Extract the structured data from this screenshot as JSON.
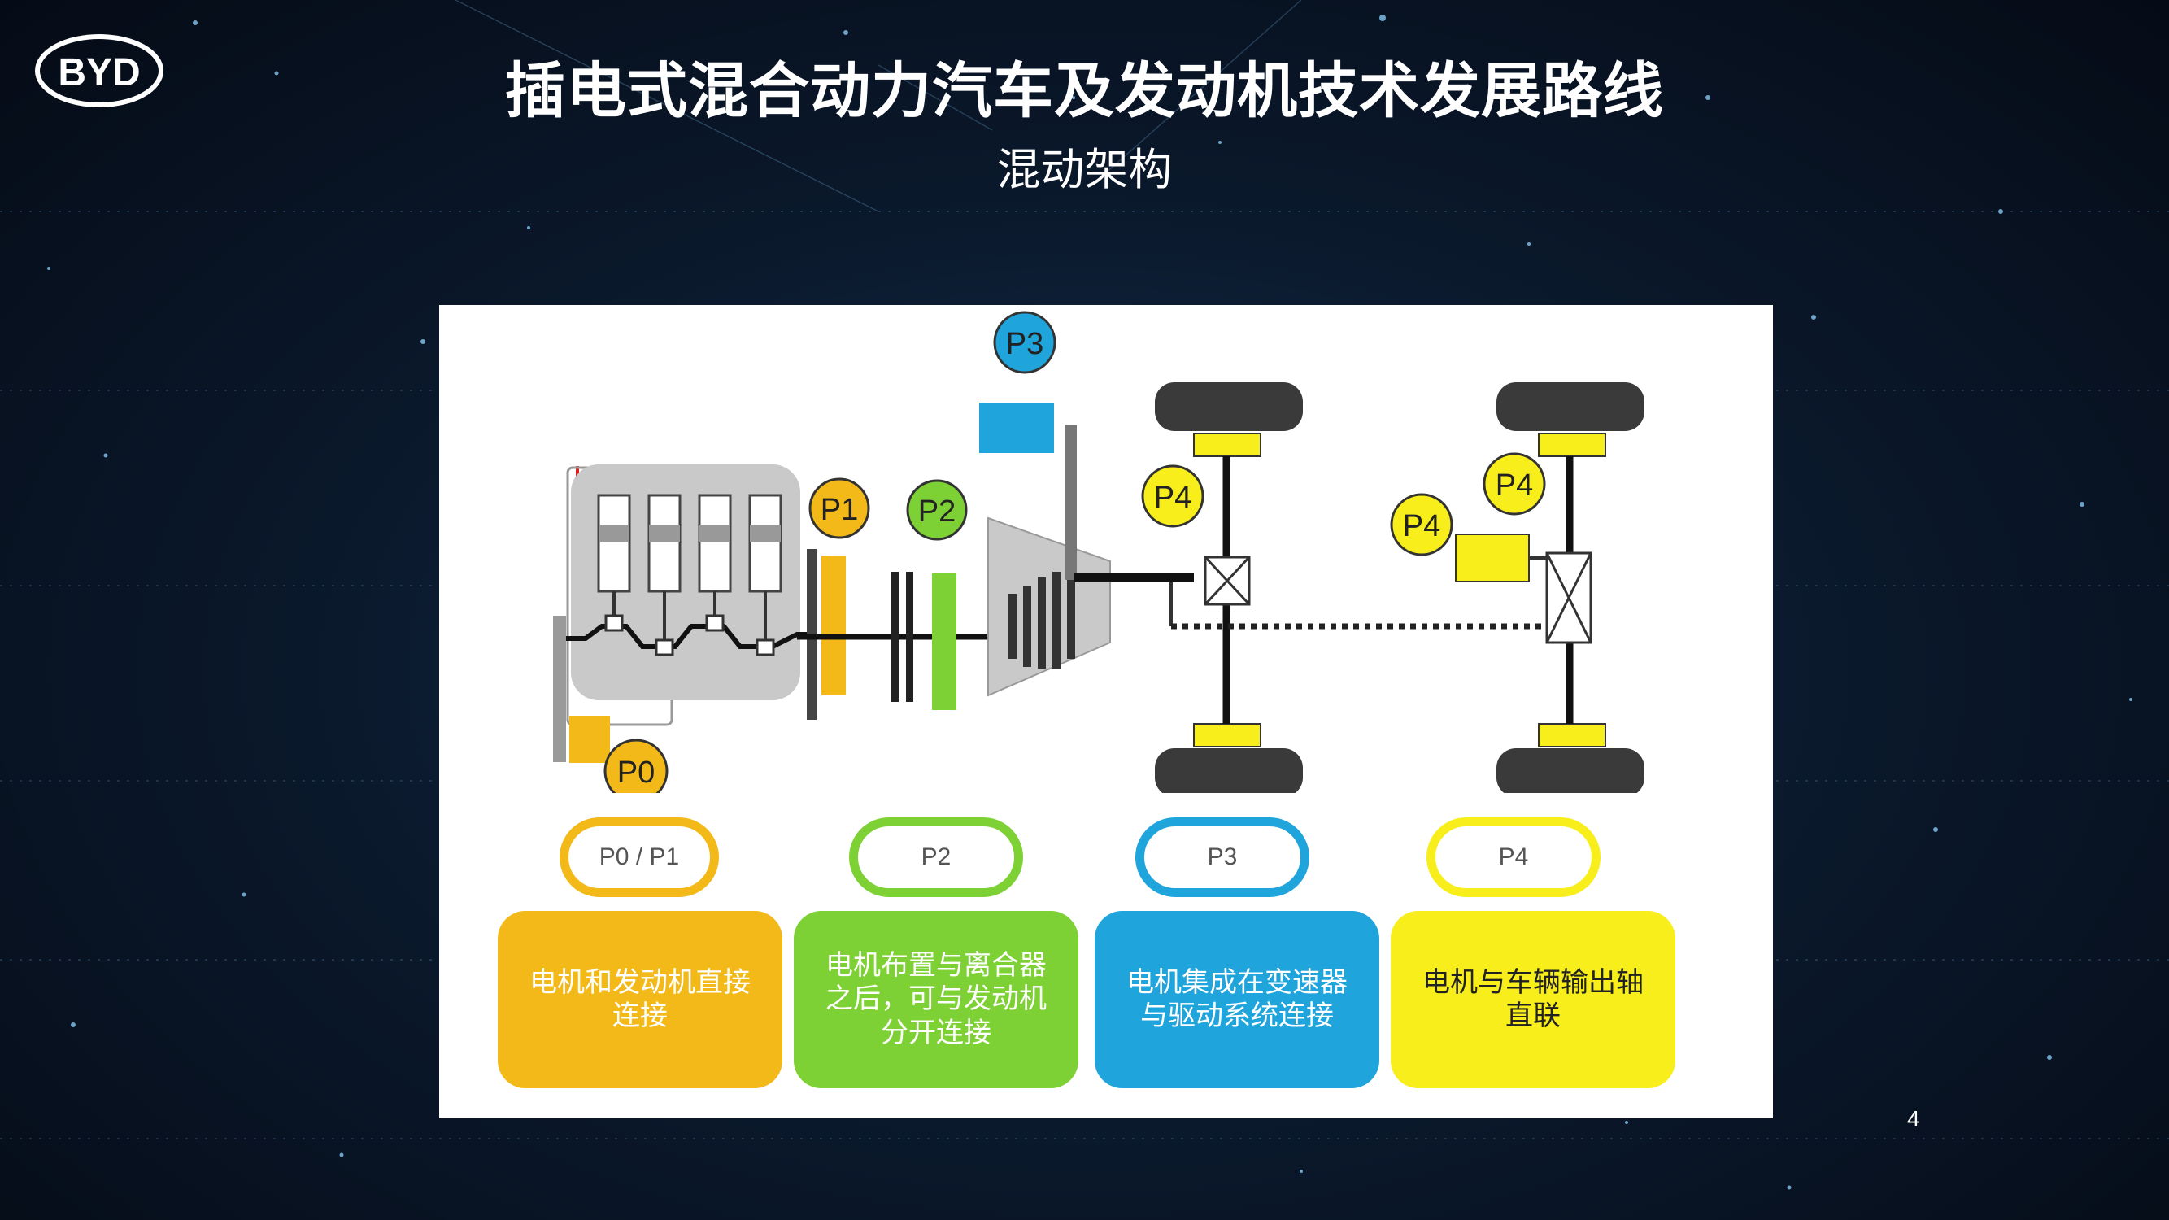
{
  "brand": {
    "logo_text": "BYD"
  },
  "title": "插电式混合动力汽车及发动机技术发展路线",
  "subtitle": "混动架构",
  "page_number": "4",
  "diagram": {
    "markers": {
      "p0": "P0",
      "p1": "P1",
      "p2": "P2",
      "p3": "P3",
      "p4_front": "P4",
      "p4_rear_top": "P4",
      "p4_rear_left": "P4"
    }
  },
  "categories": [
    {
      "label": "P0 / P1",
      "description": "电机和发动机直接\n连接",
      "color": "#f2b919"
    },
    {
      "label": "P2",
      "description": "电机布置与离合器\n之后，可与发动机\n分开连接",
      "color": "#7dd135"
    },
    {
      "label": "P3",
      "description": "电机集成在变速器\n与驱动系统连接",
      "color": "#1fa4dc"
    },
    {
      "label": "P4",
      "description": "电机与车辆输出轴\n直联",
      "color": "#f7ee1c"
    }
  ],
  "colors": {
    "p0p1": "#f2b919",
    "p2": "#7dd135",
    "p3": "#1fa4dc",
    "p4": "#f7ee1c",
    "engine_gray": "#c9c9c9",
    "tire": "#3a3a3a"
  }
}
